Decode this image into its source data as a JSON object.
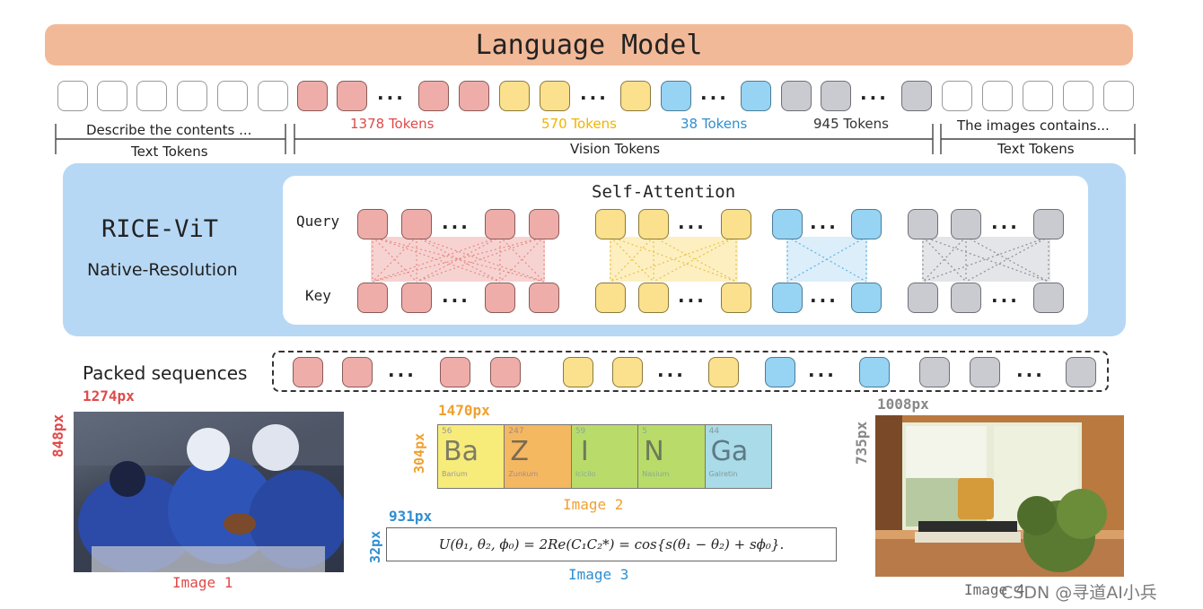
{
  "language_model": {
    "title": "Language Model"
  },
  "tokens_row": {
    "left_text": "Describe the contents ...",
    "left_group": "Text Tokens",
    "red_count": "1378 Tokens",
    "yellow_count": "570 Tokens",
    "blue_count": "38 Tokens",
    "gray_count": "945 Tokens",
    "vision_group": "Vision Tokens",
    "right_text": "The images contains...",
    "right_group": "Text Tokens"
  },
  "encoder": {
    "name": "RICE-ViT",
    "subtitle": "Native-Resolution",
    "attention_title": "Self-Attention",
    "query_label": "Query",
    "key_label": "Key"
  },
  "packed": {
    "label": "Packed sequences"
  },
  "image1": {
    "width_label": "1274px",
    "height_label": "848px",
    "caption": "Image 1"
  },
  "image2": {
    "width_label": "1470px",
    "height_label": "304px",
    "caption": "Image 2",
    "elements": [
      {
        "number": "56",
        "symbol": "Ba",
        "name": "Barium",
        "color": "#f7ec7a"
      },
      {
        "number": "247",
        "symbol": "Z",
        "name": "Zunkum",
        "color": "#f4b860"
      },
      {
        "number": "59",
        "symbol": "I",
        "name": "Icicilo",
        "color": "#b9db69"
      },
      {
        "number": "5",
        "symbol": "N",
        "name": "Nasium",
        "color": "#b9db69"
      },
      {
        "number": "44",
        "symbol": "Ga",
        "name": "Galretin",
        "color": "#a9dbe8"
      }
    ]
  },
  "image3": {
    "width_label": "931px",
    "height_label": "32px",
    "caption": "Image 3",
    "formula": "U(θ₁, θ₂, ϕ₀) = 2Re(C₁C₂*) = cos{s(θ₁ − θ₂) + sϕ₀}."
  },
  "image4": {
    "width_label": "1008px",
    "height_label": "735px",
    "caption": "Image 4"
  },
  "watermark": {
    "text": "CSDN @寻道AI小兵"
  },
  "colors": {
    "red": "#e04a4a",
    "yellow": "#f0b400",
    "blue": "#2f8fd0",
    "gray": "#888888",
    "orange": "#f0a030"
  }
}
